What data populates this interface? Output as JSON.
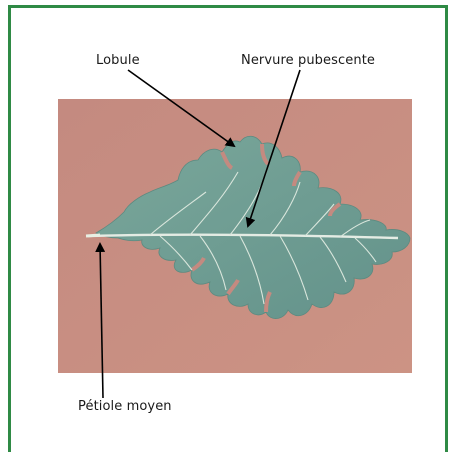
{
  "labels": {
    "lobule": "Lobule",
    "nervure": "Nervure pubescente",
    "petiole": "Pétiole moyen"
  },
  "colors": {
    "frame": "#2f8a45",
    "background_photo": "#c98c7e",
    "leaf": "#6f9f94",
    "vein": "#dfe8e0"
  }
}
